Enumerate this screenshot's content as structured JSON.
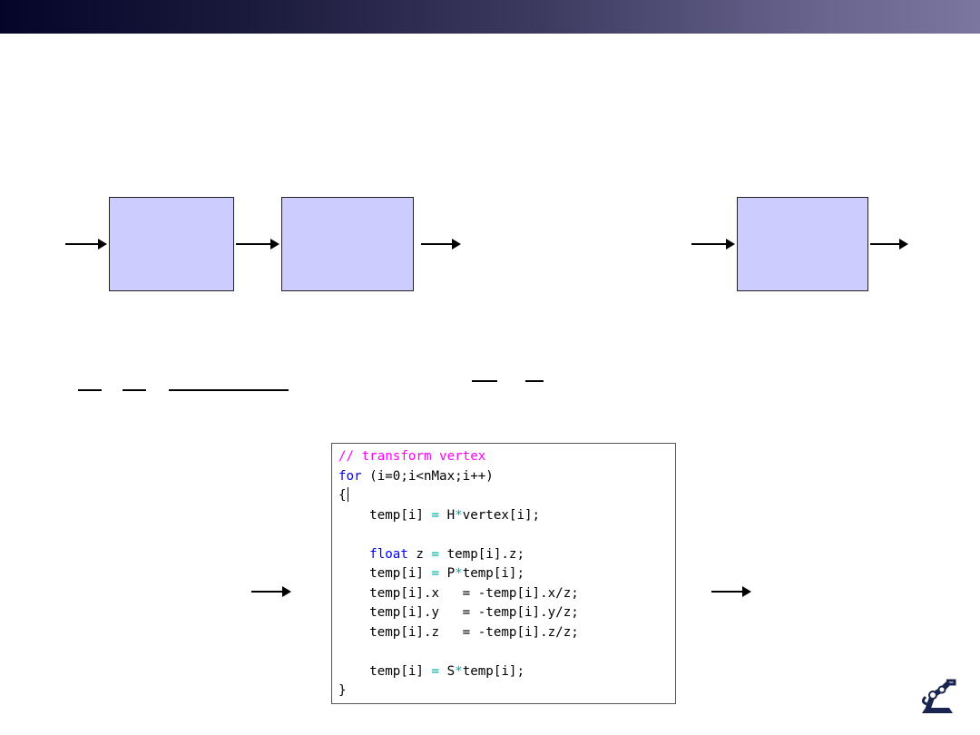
{
  "colors": {
    "block_fill": "#ccccff",
    "comment": "#ff00ff",
    "keyword": "#0000ff",
    "operator": "#00aaaa"
  },
  "logo": {
    "icon": "robot-arm-logo-icon"
  },
  "code": {
    "lines": [
      [
        {
          "t": "// transform vertex",
          "c": "comment"
        }
      ],
      [
        {
          "t": "for",
          "c": "kw"
        },
        {
          "t": " (i=0;i<nMax;i++)"
        }
      ],
      [
        {
          "t": "{"
        },
        {
          "t": "",
          "c": "cursor"
        }
      ],
      [
        {
          "t": "    temp[i] "
        },
        {
          "t": "=",
          "c": "op"
        },
        {
          "t": " H"
        },
        {
          "t": "*",
          "c": "op"
        },
        {
          "t": "vertex[i];"
        }
      ],
      [
        {
          "t": ""
        }
      ],
      [
        {
          "t": "    "
        },
        {
          "t": "float",
          "c": "kw"
        },
        {
          "t": " z "
        },
        {
          "t": "=",
          "c": "op"
        },
        {
          "t": " temp[i].z;"
        }
      ],
      [
        {
          "t": "    temp[i] "
        },
        {
          "t": "=",
          "c": "op"
        },
        {
          "t": " P"
        },
        {
          "t": "*",
          "c": "op"
        },
        {
          "t": "temp[i];"
        }
      ],
      [
        {
          "t": "    temp[i].x   = -temp[i].x/z;"
        }
      ],
      [
        {
          "t": "    temp[i].y   = -temp[i].y/z;"
        }
      ],
      [
        {
          "t": "    temp[i].z   = -temp[i].z/z;"
        }
      ],
      [
        {
          "t": ""
        }
      ],
      [
        {
          "t": "    temp[i] "
        },
        {
          "t": "=",
          "c": "op"
        },
        {
          "t": " S"
        },
        {
          "t": "*",
          "c": "op"
        },
        {
          "t": "temp[i];"
        }
      ],
      [
        {
          "t": "}"
        }
      ]
    ]
  }
}
